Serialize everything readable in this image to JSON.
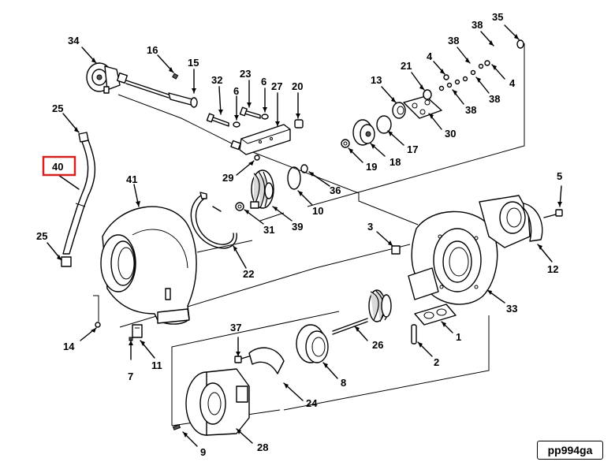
{
  "diagram": {
    "highlight_color": "#d62020",
    "highlighted_part": "40",
    "reference_code": "pp994ga"
  },
  "callouts": [
    {
      "id": "c34",
      "label": "34"
    },
    {
      "id": "c16",
      "label": "16"
    },
    {
      "id": "c15",
      "label": "15"
    },
    {
      "id": "c32",
      "label": "32"
    },
    {
      "id": "c23",
      "label": "23"
    },
    {
      "id": "c6a",
      "label": "6"
    },
    {
      "id": "c6b",
      "label": "6"
    },
    {
      "id": "c27",
      "label": "27"
    },
    {
      "id": "c20",
      "label": "20"
    },
    {
      "id": "c35",
      "label": "35"
    },
    {
      "id": "c38a",
      "label": "38"
    },
    {
      "id": "c38b",
      "label": "38"
    },
    {
      "id": "c4a",
      "label": "4"
    },
    {
      "id": "c4b",
      "label": "4"
    },
    {
      "id": "c21",
      "label": "21"
    },
    {
      "id": "c13",
      "label": "13"
    },
    {
      "id": "c38c",
      "label": "38"
    },
    {
      "id": "c38d",
      "label": "38"
    },
    {
      "id": "c30",
      "label": "30"
    },
    {
      "id": "c17",
      "label": "17"
    },
    {
      "id": "c18",
      "label": "18"
    },
    {
      "id": "c19",
      "label": "19"
    },
    {
      "id": "c25a",
      "label": "25"
    },
    {
      "id": "c40",
      "label": "40"
    },
    {
      "id": "c41",
      "label": "41"
    },
    {
      "id": "c29",
      "label": "29"
    },
    {
      "id": "c36",
      "label": "36"
    },
    {
      "id": "c10",
      "label": "10"
    },
    {
      "id": "c39",
      "label": "39"
    },
    {
      "id": "c31",
      "label": "31"
    },
    {
      "id": "c22",
      "label": "22"
    },
    {
      "id": "c5",
      "label": "5"
    },
    {
      "id": "c12",
      "label": "12"
    },
    {
      "id": "c3",
      "label": "3"
    },
    {
      "id": "c33",
      "label": "33"
    },
    {
      "id": "c25b",
      "label": "25"
    },
    {
      "id": "c14",
      "label": "14"
    },
    {
      "id": "c7",
      "label": "7"
    },
    {
      "id": "c11",
      "label": "11"
    },
    {
      "id": "c37",
      "label": "37"
    },
    {
      "id": "c26",
      "label": "26"
    },
    {
      "id": "c1",
      "label": "1"
    },
    {
      "id": "c2",
      "label": "2"
    },
    {
      "id": "c8",
      "label": "8"
    },
    {
      "id": "c24",
      "label": "24"
    },
    {
      "id": "c28",
      "label": "28"
    },
    {
      "id": "c9",
      "label": "9"
    }
  ]
}
